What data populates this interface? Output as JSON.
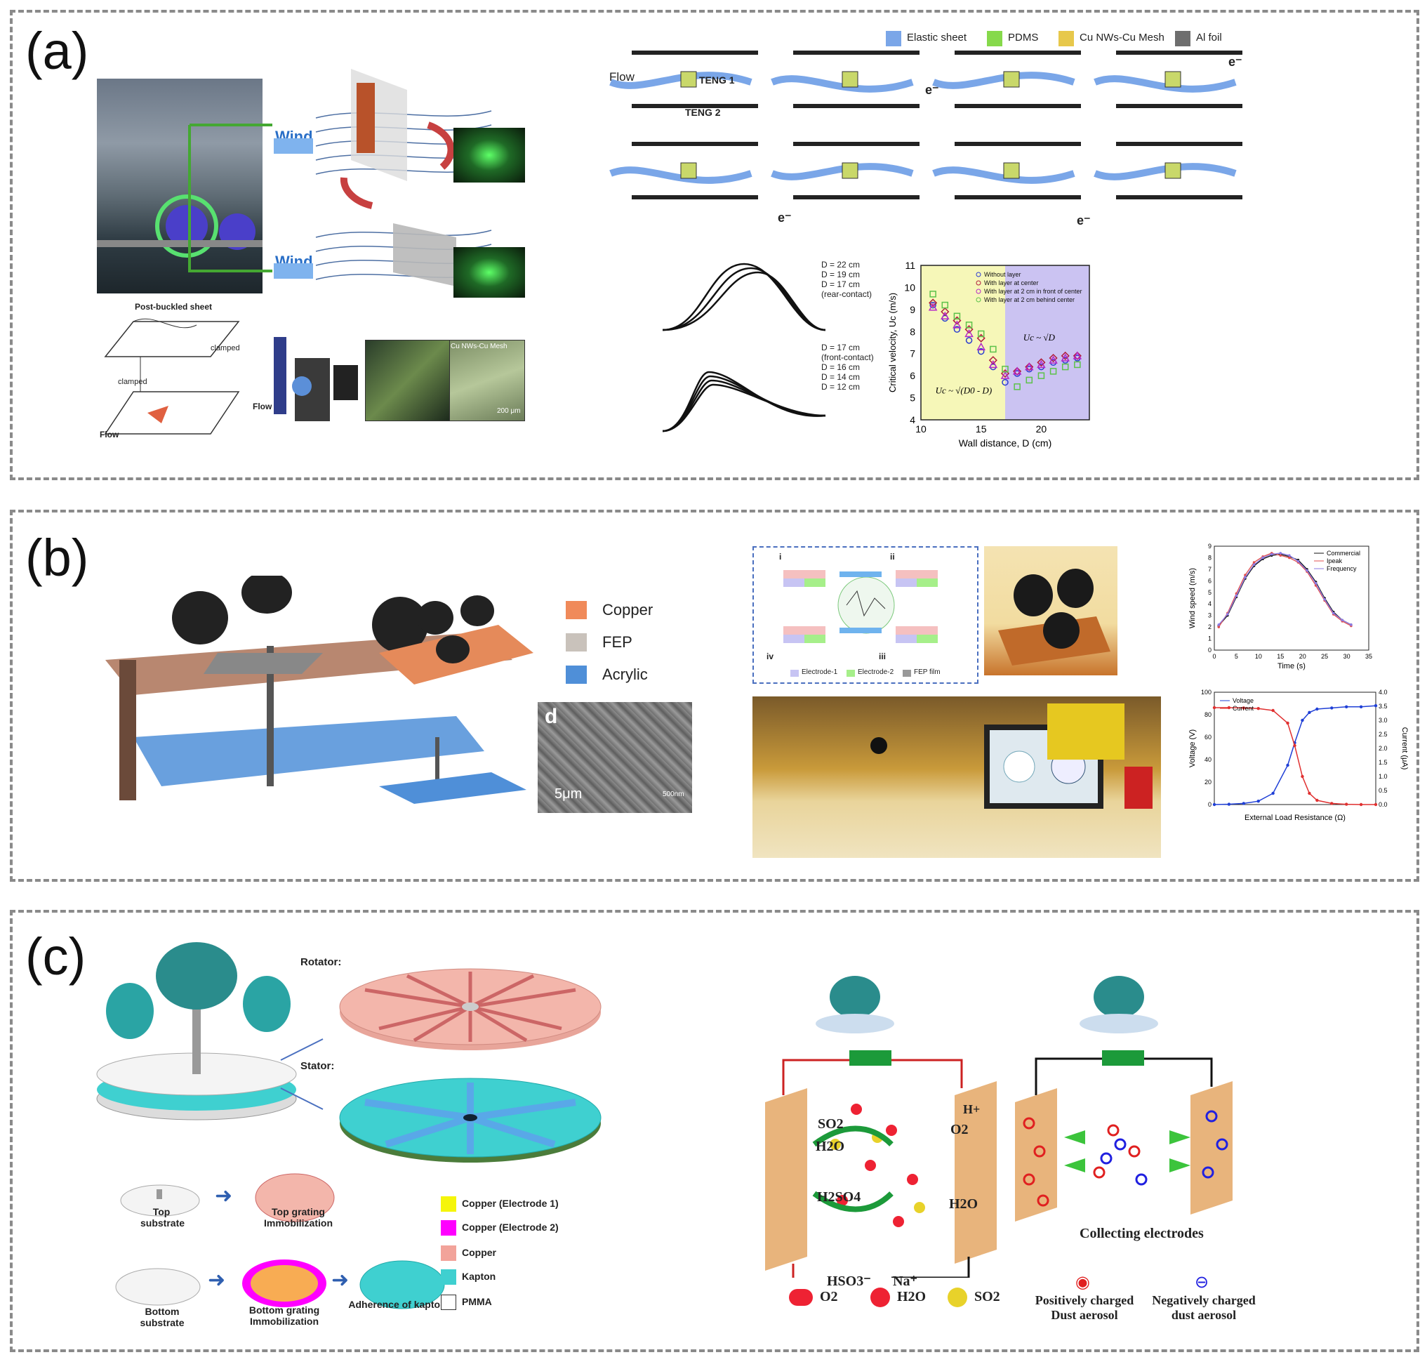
{
  "panels": {
    "a": {
      "label": "(a)",
      "legend": [
        "Elastic sheet",
        "PDMS",
        "Cu NWs-Cu Mesh",
        "Al foil"
      ],
      "legend_colors": [
        "#7aa6e8",
        "#86d94b",
        "#e7c84b",
        "#6e6e6e"
      ],
      "wind": "Wind",
      "flow": "Flow",
      "post_buckled": "Post-buckled sheet",
      "clamped": "clamped",
      "cu_mesh": "Cu NWs-Cu Mesh",
      "scale_200um": "200 μm",
      "teng1": "TENG 1",
      "teng2": "TENG 2",
      "electron": "e⁻",
      "rear_d": [
        "D = 22 cm",
        "D = 19 cm",
        "D = 17 cm",
        "(rear-contact)"
      ],
      "front_d": [
        "D = 17 cm",
        "(front-contact)",
        "D = 16 cm",
        "D = 14 cm",
        "D = 12 cm"
      ]
    },
    "b": {
      "label": "(b)",
      "materials": [
        "Copper",
        "FEP",
        "Acrylic"
      ],
      "material_colors": [
        "#f08a5a",
        "#c9c2bb",
        "#4f8fd8"
      ],
      "sem_label": "d",
      "sem_scale": "5μm",
      "sem_inset_scale": "500nm",
      "schematic_steps": [
        "i",
        "ii",
        "iii",
        "iv"
      ],
      "schematic_legend": [
        "Electrode-1",
        "Electrode-2",
        "FEP film"
      ]
    },
    "c": {
      "label": "(c)",
      "rotator": "Rotator:",
      "stator": "Stator:",
      "steps_top": [
        "Top substrate",
        "Top grating Immobilization"
      ],
      "steps_bottom": [
        "Bottom substrate",
        "Bottom grating Immobilization",
        "Adherence of kapton"
      ],
      "legend": [
        "Copper (Electrode 1)",
        "Copper (Electrode 2)",
        "Copper",
        "Kapton",
        "PMMA"
      ],
      "legend_colors": [
        "#f5f50a",
        "#ff00ff",
        "#f2a39a",
        "#3fd0d0",
        "#ffffff"
      ],
      "chem_left": [
        "SO2",
        "H2O",
        "H2SO4",
        "O2",
        "H+",
        "H2O"
      ],
      "chem_bottom": [
        "HSO3⁻",
        "Na⁺"
      ],
      "molecules": [
        "O2",
        "H2O",
        "SO2"
      ],
      "collecting": "Collecting electrodes",
      "positive": "Positively charged Dust aerosol",
      "negative": "Negatively charged dust aerosol"
    }
  },
  "chart_data": [
    {
      "type": "scatter",
      "xlabel": "Wall distance, D (cm)",
      "ylabel": "Critical velocity, Uc (m/s)",
      "xlim": [
        10,
        24
      ],
      "ylim": [
        4,
        11
      ],
      "xticks": [
        10,
        15,
        20
      ],
      "yticks": [
        4,
        5,
        6,
        7,
        8,
        9,
        10,
        11
      ],
      "annotations": [
        "Uc ~ √(D0 - D)",
        "Uc ~ √D"
      ],
      "shaded_regions": [
        {
          "x": [
            10,
            17
          ],
          "color": "#f6f7b8"
        },
        {
          "x": [
            17,
            24
          ],
          "color": "#cbc3f2"
        }
      ],
      "series": [
        {
          "name": "Without layer",
          "color": "#2b3cd0",
          "marker": "circle",
          "x": [
            11,
            12,
            13,
            14,
            15,
            16,
            17,
            18,
            19,
            20,
            21,
            22,
            23
          ],
          "y": [
            9.2,
            8.6,
            8.1,
            7.6,
            7.1,
            6.4,
            5.7,
            6.1,
            6.3,
            6.4,
            6.6,
            6.7,
            6.8
          ]
        },
        {
          "name": "With layer at center",
          "color": "#b01c3c",
          "marker": "diamond",
          "x": [
            11,
            12,
            13,
            14,
            15,
            16,
            17,
            18,
            19,
            20,
            21,
            22,
            23
          ],
          "y": [
            9.3,
            8.9,
            8.5,
            8.1,
            7.7,
            6.7,
            6.1,
            6.2,
            6.4,
            6.6,
            6.8,
            6.9,
            6.9
          ]
        },
        {
          "name": "With layer at 2 cm in front of center",
          "color": "#b529c8",
          "marker": "triangle",
          "x": [
            11,
            12,
            13,
            14,
            15,
            16,
            17,
            18,
            19,
            20,
            21,
            22,
            23
          ],
          "y": [
            9.1,
            8.7,
            8.3,
            7.9,
            7.3,
            6.5,
            6.0,
            6.2,
            6.4,
            6.5,
            6.7,
            6.8,
            6.9
          ]
        },
        {
          "name": "With layer at 2 cm behind center",
          "color": "#5dc24a",
          "marker": "square",
          "x": [
            11,
            12,
            13,
            14,
            15,
            16,
            17,
            18,
            19,
            20,
            21,
            22,
            23
          ],
          "y": [
            9.7,
            9.2,
            8.7,
            8.3,
            7.9,
            7.2,
            6.3,
            5.5,
            5.8,
            6.0,
            6.2,
            6.4,
            6.5
          ]
        }
      ]
    },
    {
      "type": "line",
      "xlabel": "Time (s)",
      "ylabel": "Wind speed (m/s)",
      "xlim": [
        0,
        35
      ],
      "ylim": [
        0,
        9
      ],
      "xticks": [
        0,
        5,
        10,
        15,
        20,
        25,
        30,
        35
      ],
      "yticks": [
        0,
        1,
        2,
        3,
        4,
        5,
        6,
        7,
        8,
        9
      ],
      "series": [
        {
          "name": "Commercial",
          "color": "#111111",
          "x": [
            1,
            3,
            5,
            7,
            9,
            11,
            13,
            15,
            17,
            19,
            21,
            23,
            25,
            27,
            29,
            31
          ],
          "y": [
            2.1,
            3.0,
            4.6,
            6.2,
            7.3,
            7.9,
            8.2,
            8.3,
            8.1,
            7.8,
            7.0,
            5.9,
            4.5,
            3.3,
            2.6,
            2.2
          ]
        },
        {
          "name": "Ipeak",
          "color": "#e05050",
          "x": [
            1,
            3,
            5,
            7,
            9,
            11,
            13,
            15,
            17,
            19,
            21,
            23,
            25,
            27,
            29,
            31
          ],
          "y": [
            2.0,
            3.2,
            4.9,
            6.5,
            7.6,
            8.1,
            8.4,
            8.2,
            8.0,
            7.6,
            6.8,
            5.6,
            4.3,
            3.1,
            2.5,
            2.1
          ]
        },
        {
          "name": "Frequency",
          "color": "#8c7be6",
          "x": [
            1,
            3,
            5,
            7,
            9,
            11,
            13,
            15,
            17,
            19,
            21,
            23,
            25,
            27,
            29,
            31
          ],
          "y": [
            2.2,
            3.1,
            4.7,
            6.3,
            7.4,
            8.0,
            8.3,
            8.4,
            8.2,
            7.7,
            6.9,
            5.8,
            4.4,
            3.2,
            2.6,
            2.2
          ]
        }
      ]
    },
    {
      "type": "line",
      "xlabel": "External Load Resistance (Ω)",
      "ylabel": "Voltage (V)",
      "ylabel_right": "Current (μA)",
      "xscale": "log",
      "xlim": [
        100,
        10000000000000
      ],
      "ylim": [
        0,
        100
      ],
      "ylim_right": [
        0,
        4.0
      ],
      "yticks": [
        0,
        20,
        40,
        60,
        80,
        100
      ],
      "yticks_right": [
        0.0,
        0.5,
        1.0,
        1.5,
        2.0,
        2.5,
        3.0,
        3.5,
        4.0
      ],
      "series": [
        {
          "name": "Voltage",
          "color": "#1f3fd6",
          "axis": "left",
          "x": [
            100,
            1000,
            10000,
            100000,
            1000000,
            10000000,
            30000000,
            100000000,
            300000000,
            1000000000,
            10000000000,
            100000000000,
            1000000000000,
            10000000000000
          ],
          "y": [
            0,
            0.3,
            1,
            3,
            10,
            35,
            55,
            75,
            82,
            85,
            86,
            87,
            87,
            88
          ]
        },
        {
          "name": "Current",
          "color": "#e03030",
          "axis": "right",
          "x": [
            100,
            1000,
            10000,
            100000,
            1000000,
            10000000,
            30000000,
            100000000,
            300000000,
            1000000000,
            10000000000,
            100000000000,
            1000000000000,
            10000000000000
          ],
          "y": [
            3.45,
            3.45,
            3.44,
            3.42,
            3.35,
            2.9,
            2.1,
            1.0,
            0.4,
            0.15,
            0.04,
            0.01,
            0.0,
            0.0
          ]
        }
      ]
    }
  ]
}
